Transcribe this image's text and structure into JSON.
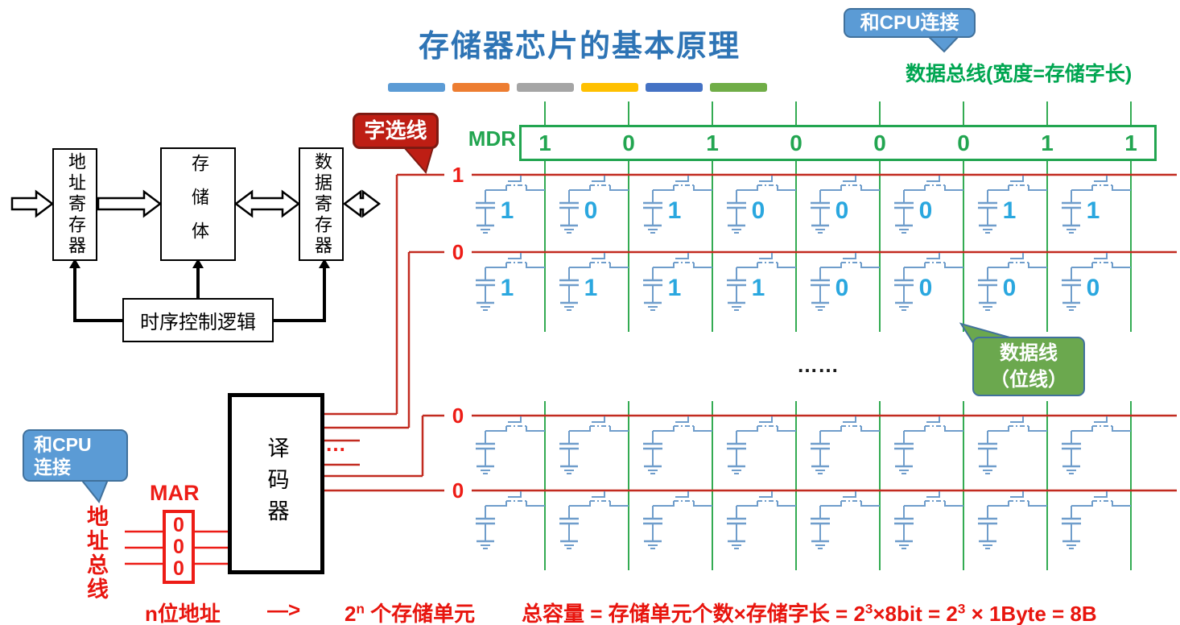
{
  "title": "存储器芯片的基本原理",
  "accent_bars": [
    "#5B9BD5",
    "#ED7D31",
    "#A5A5A5",
    "#FFC000",
    "#4472C4",
    "#70AD47"
  ],
  "callouts": {
    "cpu_top": "和CPU连接",
    "cpu_left_line1": "和CPU",
    "cpu_left_line2": "连接",
    "word_select": "字选线",
    "data_line_line1": "数据线",
    "data_line_line2": "（位线）"
  },
  "labels": {
    "data_bus": "数据总线(宽度=存储字长)",
    "mdr": "MDR",
    "mar": "MAR",
    "address_bus": "地址总线",
    "dots_black": "……",
    "dots_red": "…"
  },
  "block_diagram": {
    "address_register": "地址寄存器",
    "memory_body": "存储体",
    "data_register": "数据寄存器",
    "timing_logic": "时序控制逻辑",
    "decoder": "译码器"
  },
  "mdr_bits": [
    "1",
    "0",
    "1",
    "0",
    "0",
    "0",
    "1",
    "1"
  ],
  "mar_bits": [
    "0",
    "0",
    "0"
  ],
  "word_line_labels": [
    "1",
    "0",
    "0",
    "0"
  ],
  "cell_rows": [
    [
      "1",
      "0",
      "1",
      "0",
      "0",
      "0",
      "1",
      "1"
    ],
    [
      "1",
      "1",
      "1",
      "1",
      "0",
      "0",
      "0",
      "0"
    ],
    null,
    null
  ],
  "formula": {
    "addr": "n位地址",
    "arrow": "—>",
    "cells_base": "2",
    "cells_exp": "n",
    "cells_rest": " 个存储单元",
    "cap_p1": "总容量 = 存储单元个数×存储字长 = 2",
    "cap_e1": "3",
    "cap_p2": "×8bit = 2",
    "cap_e2": "3",
    "cap_p3": " × 1Byte = 8B"
  },
  "colors": {
    "title_blue": "#2E74B5",
    "green_line": "#33AB52",
    "green_dark": "#22A550",
    "word_line_red": "#C22B20",
    "bright_red": "#ED1C16",
    "cell_blue": "#6F9DCB",
    "cell_digit_cyan": "#2AA7DF",
    "callout_red": "#BE1E14",
    "callout_blue": "#5B9BD5",
    "callout_green": "#6BA84E"
  }
}
